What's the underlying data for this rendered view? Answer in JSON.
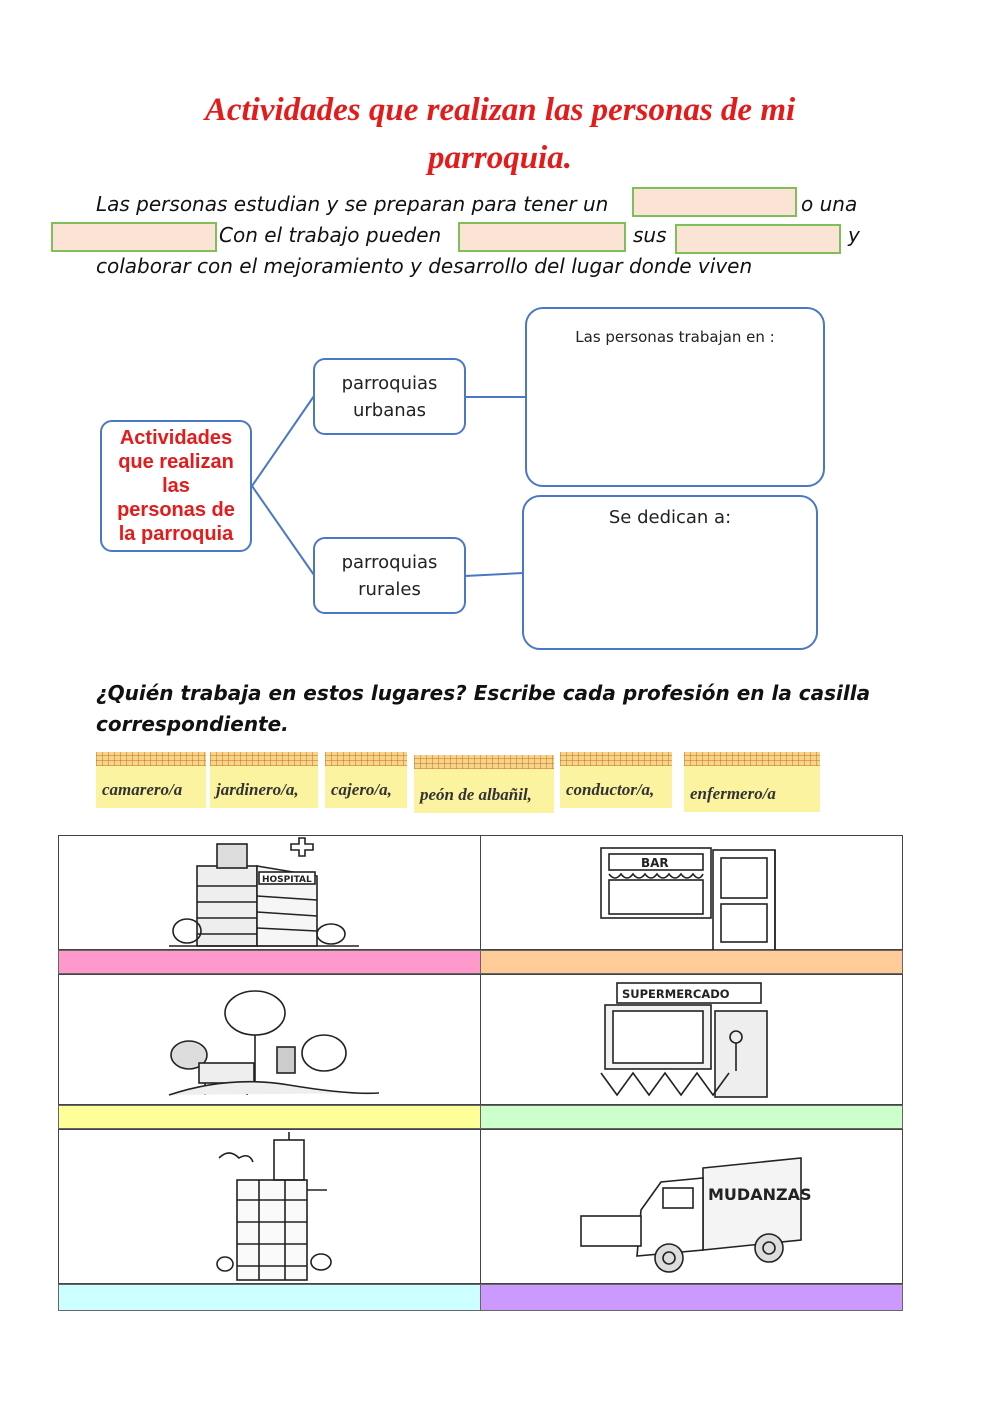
{
  "title": {
    "line1": "Actividades que realizan las personas de mi",
    "line2": "parroquia."
  },
  "paragraph": {
    "line1_a": "Las personas estudian y se preparan para tener un",
    "line1_b": "o una",
    "line2_a": "Con el trabajo pueden",
    "line2_b": "sus",
    "line2_c": "y",
    "line3": "colaborar con el mejoramiento y desarrollo del lugar donde viven"
  },
  "diagram": {
    "root": [
      "Actividades",
      "que realizan",
      "las",
      "personas de",
      "la parroquia"
    ],
    "urban_branch": [
      "parroquias",
      "urbanas"
    ],
    "rural_branch": [
      "parroquias",
      "rurales"
    ],
    "urban_answer_label": "Las personas trabajan en :",
    "rural_answer_label": "Se dedican a:",
    "line_color": "#4a78c4"
  },
  "question": "¿Quién trabaja en estos lugares? Escribe cada profesión en la casilla correspondiente.",
  "word_bank": [
    "camarero/a",
    "jardinero/a,",
    "cajero/a,",
    "peón de albañil,",
    "conductor/a,",
    "enfermero/a"
  ],
  "places": [
    {
      "icon": "hospital-icon",
      "sign": "HOSPITAL",
      "answer_color": "#ff99cc"
    },
    {
      "icon": "bar-icon",
      "sign": "BAR",
      "answer_color": "#ffcc99"
    },
    {
      "icon": "park-icon",
      "sign": "",
      "answer_color": "#ffff99"
    },
    {
      "icon": "supermarket-icon",
      "sign": "SUPERMERCADO",
      "answer_color": "#ccffcc"
    },
    {
      "icon": "construction-icon",
      "sign": "",
      "answer_color": "#ccffff"
    },
    {
      "icon": "moving-truck-icon",
      "sign": "MUDANZAS",
      "answer_color": "#cc99ff"
    }
  ]
}
